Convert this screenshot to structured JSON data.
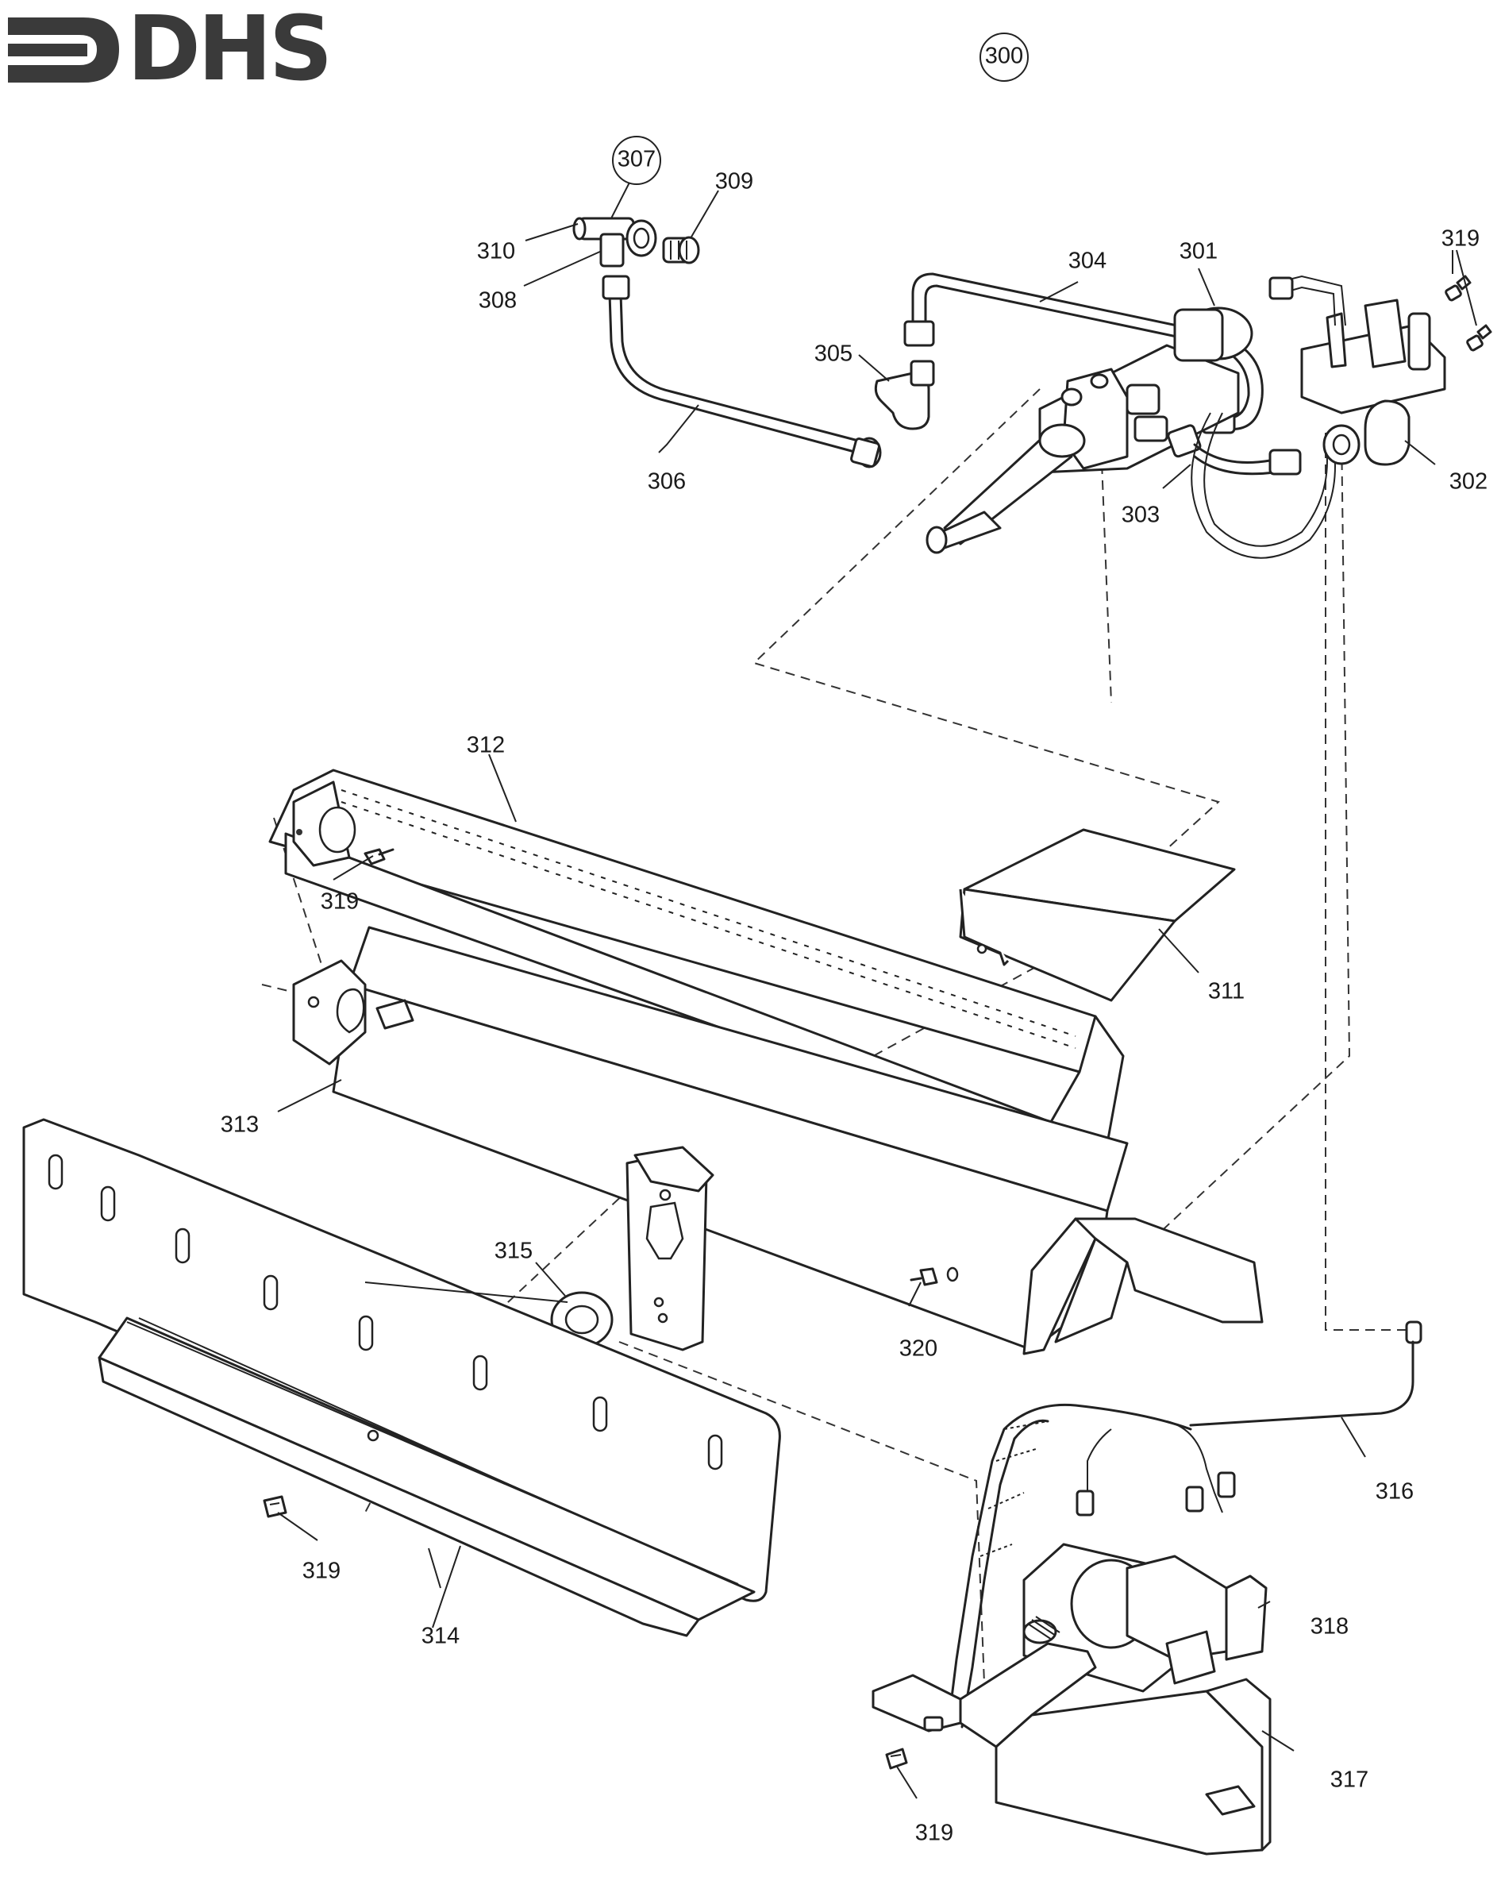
{
  "logo": {
    "text": "DHS"
  },
  "assembly": {
    "number": "300"
  },
  "callouts": {
    "c301": "301",
    "c302": "302",
    "c303": "303",
    "c304": "304",
    "c305": "305",
    "c306": "306",
    "c307": "307",
    "c308": "308",
    "c309": "309",
    "c310": "310",
    "c311": "311",
    "c312": "312",
    "c313": "313",
    "c314": "314",
    "c315": "315",
    "c316": "316",
    "c317": "317",
    "c318": "318",
    "c319": "319",
    "c320": "320"
  },
  "colors": {
    "line": "#222222",
    "background": "#ffffff",
    "logo": "#3a3a3a"
  }
}
